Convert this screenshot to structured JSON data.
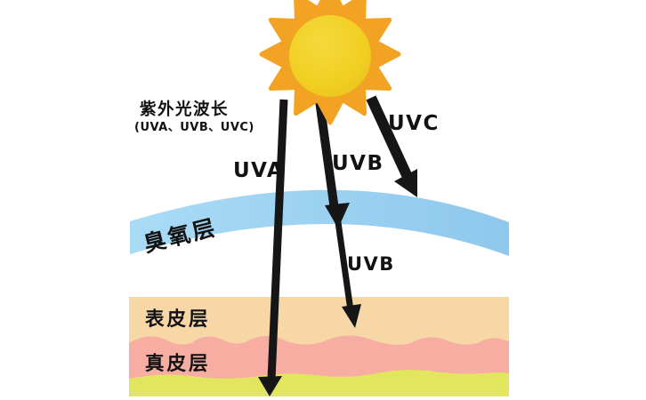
{
  "diagram": {
    "legend": {
      "title": "紫外光波长",
      "subtitle": "(UVA、UVB、UVC)"
    },
    "rays": {
      "uva": {
        "label": "UVA"
      },
      "uvb": {
        "label": "UVB",
        "label_below_ozone": "UVB"
      },
      "uvc": {
        "label": "UVC"
      }
    },
    "layers": {
      "ozone": {
        "label": "臭氧层"
      },
      "epidermis": {
        "label": "表皮层"
      },
      "dermis": {
        "label": "真皮层"
      }
    }
  },
  "colors": {
    "background": "#FFFFFF",
    "sun_rays": "#F2A324",
    "sun_core": "#F1CF22",
    "sun_core_highlight": "#F5D93C",
    "ozone_left": "#A9DBF4",
    "ozone_right": "#8FC8EE",
    "epidermis": "#F8D7A7",
    "dermis": "#F7ADA2",
    "subcutis": "#E2E65F",
    "arrow": "#161616",
    "text": "#121212"
  }
}
